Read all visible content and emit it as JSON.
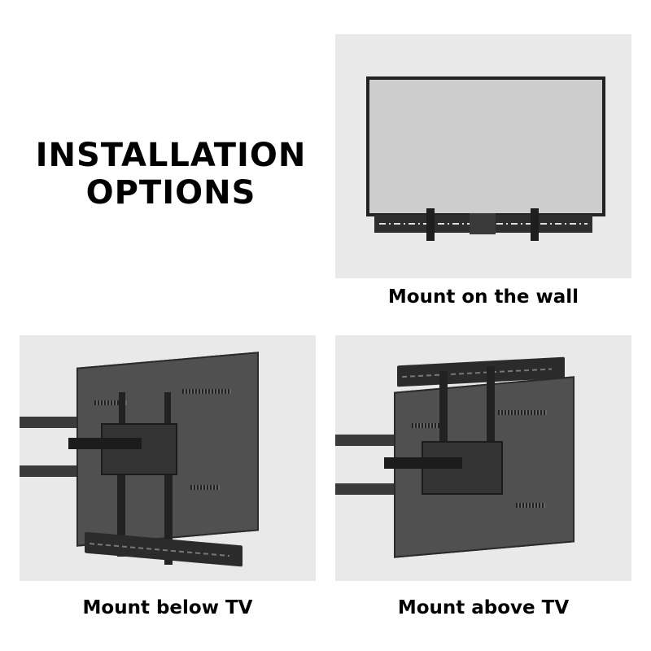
{
  "heading": {
    "line1": "INSTALLATION",
    "line2": "OPTIONS"
  },
  "options": [
    {
      "caption": "Mount on the wall",
      "image": "tv-with-soundbar-wall-bracket-front-view"
    },
    {
      "caption": "Mount below TV",
      "image": "tv-back-with-soundbar-mounted-below"
    },
    {
      "caption": "Mount above TV",
      "image": "tv-back-with-soundbar-mounted-above"
    }
  ],
  "colors": {
    "panel_bg": "#e9e9e9",
    "text": "#000000",
    "hardware": "#2e2e2e"
  }
}
